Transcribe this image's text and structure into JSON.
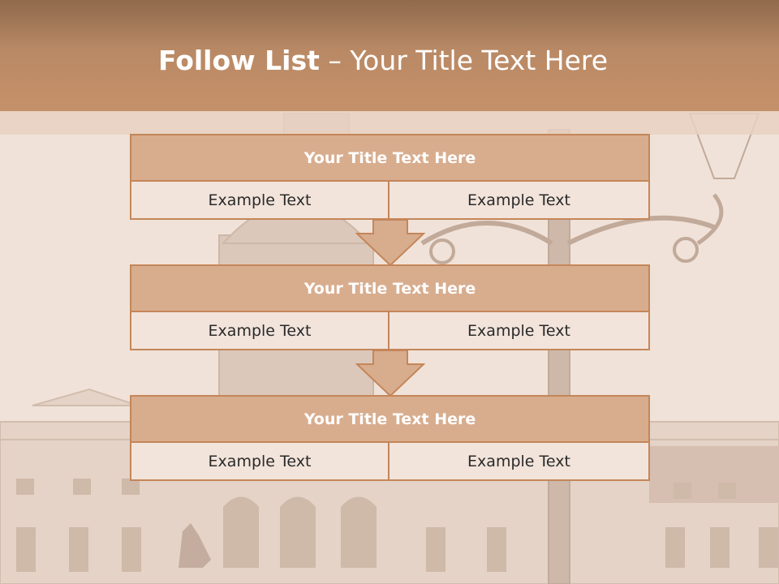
{
  "slide": {
    "title_bold": "Follow List",
    "title_rest": " – Your Title Text Here"
  },
  "steps": [
    {
      "title": "Your Title Text Here",
      "left": "Example Text",
      "right": "Example Text"
    },
    {
      "title": "Your Title Text Here",
      "left": "Example Text",
      "right": "Example Text"
    },
    {
      "title": "Your Title Text Here",
      "left": "Example Text",
      "right": "Example Text"
    }
  ],
  "colors": {
    "header": "#c5916a",
    "box_border": "#c48659",
    "box_title_fill": "#d8ad8e",
    "cell_fill": "#f2e4db"
  }
}
